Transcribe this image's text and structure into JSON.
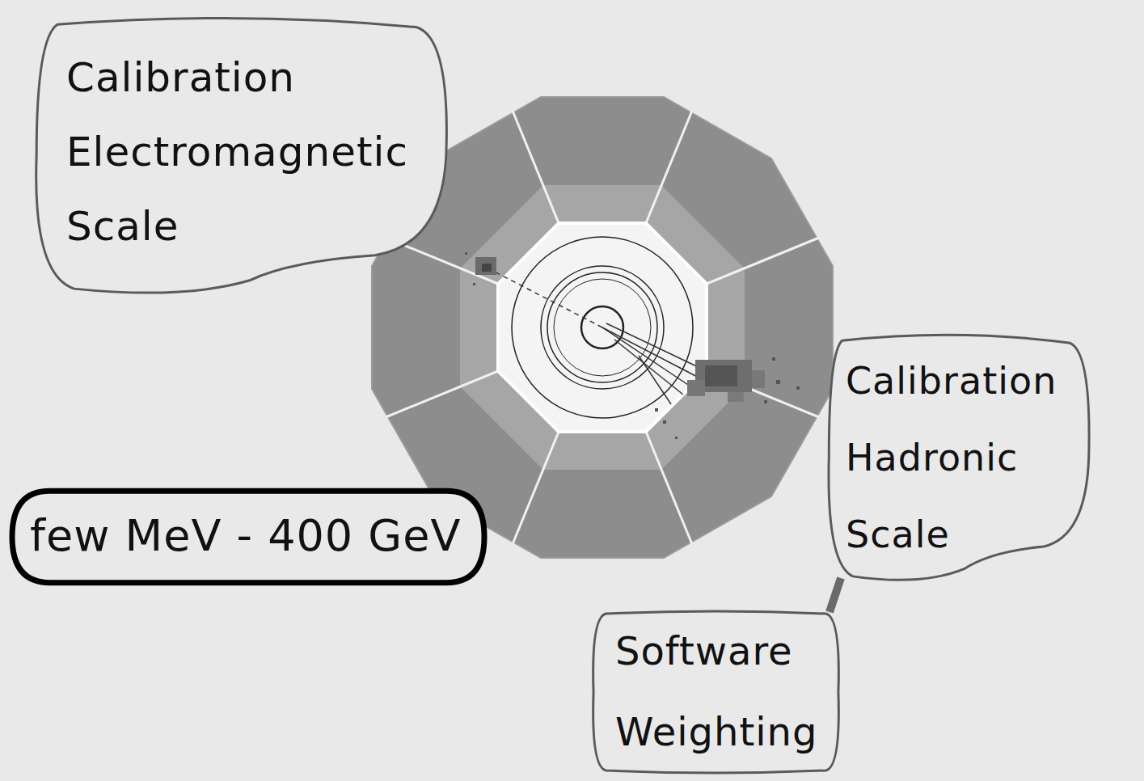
{
  "diagram": {
    "nodes": [
      {
        "text": [
          "Calibration Electromagnetic Scale"
        ]
      },
      {
        "text": [
          "Calibration Hadronic Scale"
        ]
      },
      {
        "text": [
          "few MeV - 400 GeV"
        ]
      },
      {
        "text": [
          "Software Weighting"
        ]
      }
    ],
    "edges": [
      {
        "from": 1,
        "to": 3,
        "arrow": "none"
      }
    ]
  }
}
